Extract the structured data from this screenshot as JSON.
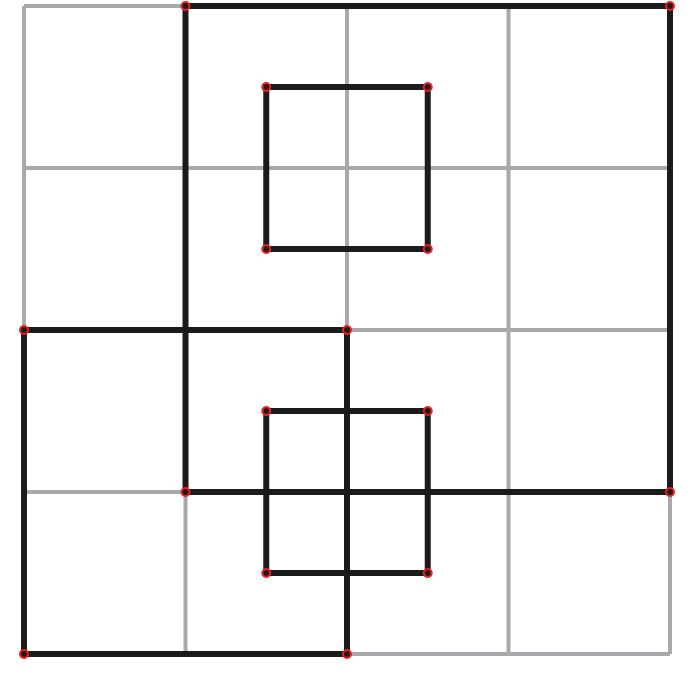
{
  "diagram": {
    "grid_cells": 4,
    "colors": {
      "background": "#ffffff",
      "grid_line": "#a9a9ad",
      "square_stroke": "#1b1b1b",
      "vertex_marker": "#ee1c1c"
    },
    "squares": [
      {
        "id": "square-large-right",
        "x": [
          1,
          4
        ],
        "y": [
          0,
          3
        ]
      },
      {
        "id": "square-upper-small",
        "x": [
          1.5,
          2.5
        ],
        "y": [
          0.5,
          1.5
        ]
      },
      {
        "id": "square-lower-left",
        "x": [
          0,
          2
        ],
        "y": [
          2,
          4
        ]
      },
      {
        "id": "square-lower-small",
        "x": [
          1.5,
          2.5
        ],
        "y": [
          2.5,
          3.5
        ]
      }
    ]
  }
}
